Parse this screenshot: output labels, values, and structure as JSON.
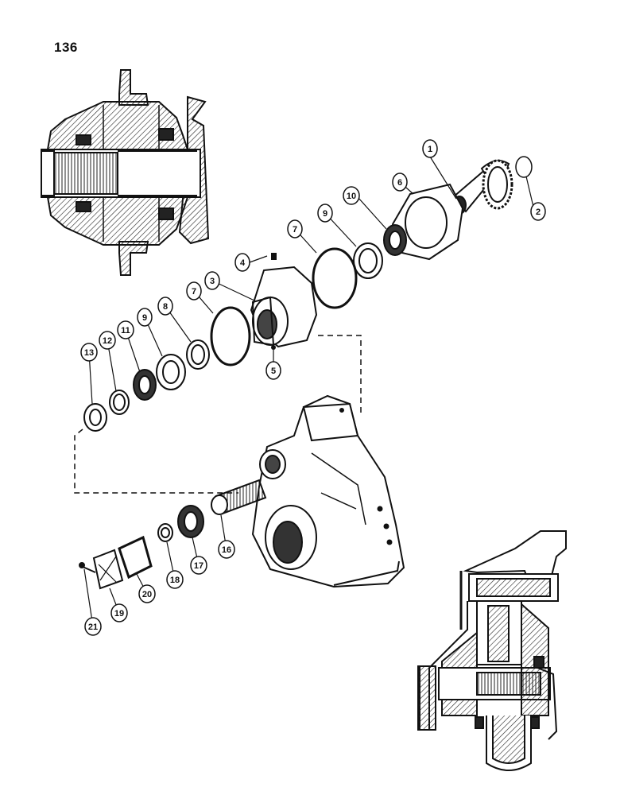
{
  "page_number": "136",
  "callouts": [
    {
      "id": "c1",
      "label": "1"
    },
    {
      "id": "c2",
      "label": "2"
    },
    {
      "id": "c3",
      "label": "3"
    },
    {
      "id": "c4",
      "label": "4"
    },
    {
      "id": "c5",
      "label": "5"
    },
    {
      "id": "c6",
      "label": "6"
    },
    {
      "id": "c7a",
      "label": "7"
    },
    {
      "id": "c7b",
      "label": "7"
    },
    {
      "id": "c8",
      "label": "8"
    },
    {
      "id": "c9a",
      "label": "9"
    },
    {
      "id": "c9b",
      "label": "9"
    },
    {
      "id": "c10",
      "label": "10"
    },
    {
      "id": "c11",
      "label": "11"
    },
    {
      "id": "c12",
      "label": "12"
    },
    {
      "id": "c13",
      "label": "13"
    },
    {
      "id": "c16",
      "label": "16"
    },
    {
      "id": "c17",
      "label": "17"
    },
    {
      "id": "c18",
      "label": "18"
    },
    {
      "id": "c19",
      "label": "19"
    },
    {
      "id": "c20",
      "label": "20"
    },
    {
      "id": "c21",
      "label": "21"
    }
  ]
}
